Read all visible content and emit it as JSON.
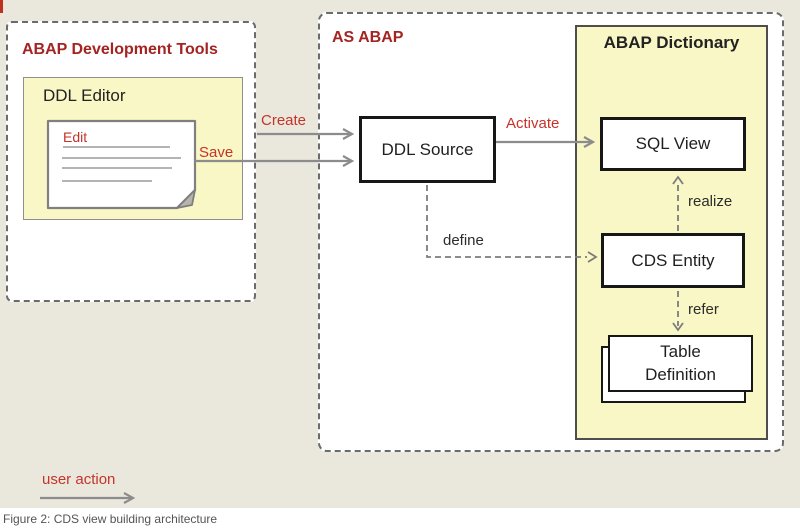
{
  "caption": "Figure 2: CDS view building architecture",
  "colors": {
    "background": "#eae8dc",
    "panel_yellow": "#f9f7c5",
    "group_title_red": "#a32422",
    "action_label_red": "#c5332b",
    "arrow_gray": "#8c8c8c",
    "node_border_black": "#171717"
  },
  "groups": {
    "adt": {
      "title": "ABAP Development Tools"
    },
    "as_abap": {
      "title": "AS ABAP"
    },
    "dictionary": {
      "title": "ABAP Dictionary"
    }
  },
  "nodes": {
    "ddl_editor": {
      "title": "DDL Editor",
      "document_label": "Edit"
    },
    "ddl_source": {
      "label": "DDL Source"
    },
    "sql_view": {
      "label": "SQL View"
    },
    "cds_entity": {
      "label": "CDS Entity"
    },
    "table_definition": {
      "line1": "Table",
      "line2": "Definition"
    }
  },
  "edges": {
    "create": {
      "label": "Create"
    },
    "save": {
      "label": "Save"
    },
    "activate": {
      "label": "Activate"
    },
    "define": {
      "label": "define"
    },
    "realize": {
      "label": "realize"
    },
    "refer": {
      "label": "refer"
    }
  },
  "legend": {
    "label": "user action"
  }
}
